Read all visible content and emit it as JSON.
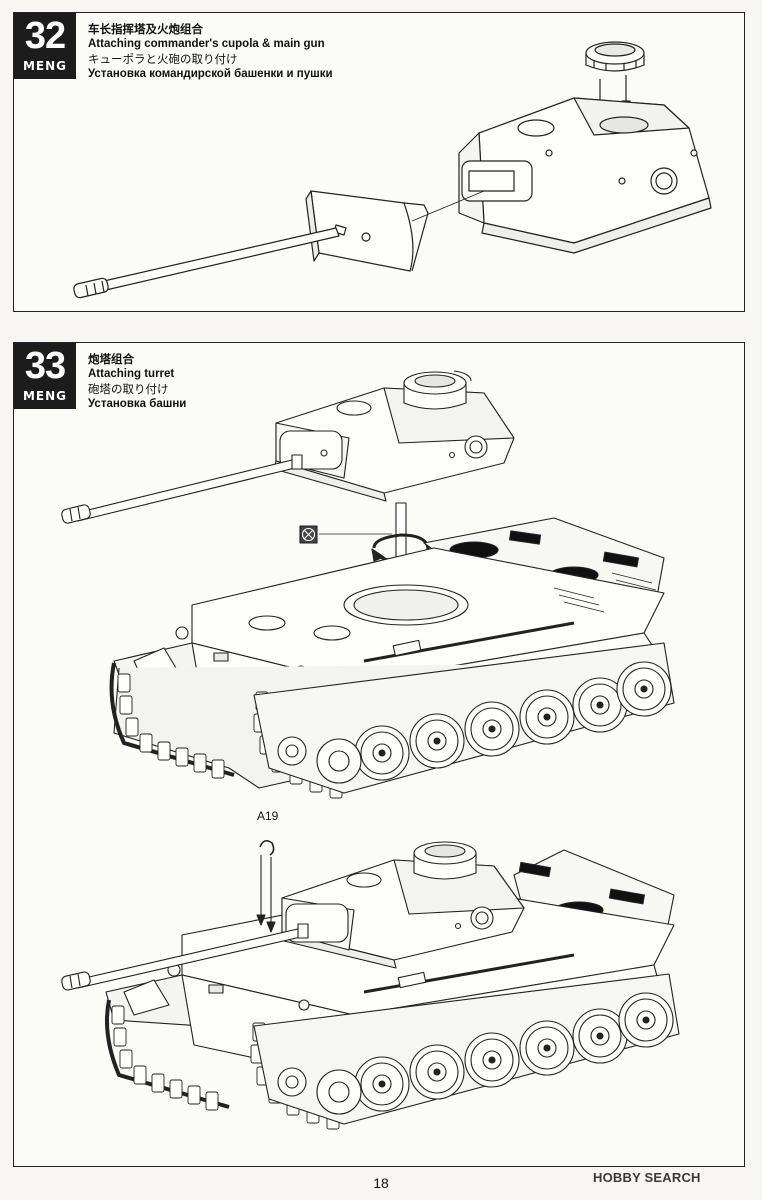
{
  "steps": [
    {
      "number": "32",
      "brand": "MENG",
      "title_zh": "车长指挥塔及火炮组合",
      "title_en": "Attaching commander's cupola & main gun",
      "title_ja": "キューポラと火砲の取り付け",
      "title_ru": "Установка командирской башенки и пушки"
    },
    {
      "number": "33",
      "brand": "MENG",
      "title_zh": "炮塔组合",
      "title_en": "Attaching turret",
      "title_ja": "砲塔の取り付け",
      "title_ru": "Установка башни"
    }
  ],
  "part_label": "A19",
  "page_number": "18",
  "watermark": {
    "brand": "HOBBY SEARCH",
    "mark": "®"
  },
  "icons": [
    "no-glue-icon",
    "rotation-arrow-icon",
    "insert-arrow-icon"
  ]
}
